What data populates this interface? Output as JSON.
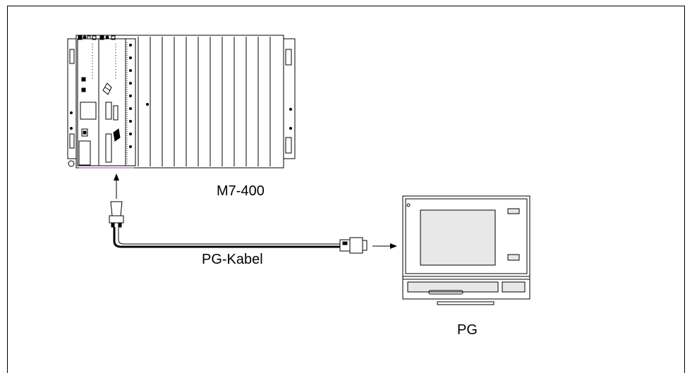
{
  "diagram": {
    "labels": {
      "m7": "M7-400",
      "cable": "PG-Kabel",
      "pg": "PG"
    },
    "components": [
      {
        "id": "m7-400-rack",
        "icon": "plc-rack-icon"
      },
      {
        "id": "pg-cable",
        "icon": "cable-icon"
      },
      {
        "id": "pg-laptop",
        "icon": "laptop-icon"
      }
    ],
    "connections": [
      {
        "from": "pg-cable",
        "to": "m7-400-rack",
        "arrow": true
      },
      {
        "from": "pg-cable",
        "to": "pg-laptop",
        "arrow": true
      }
    ],
    "colors": {
      "line": "#000000",
      "accent": "#c080c0"
    }
  }
}
